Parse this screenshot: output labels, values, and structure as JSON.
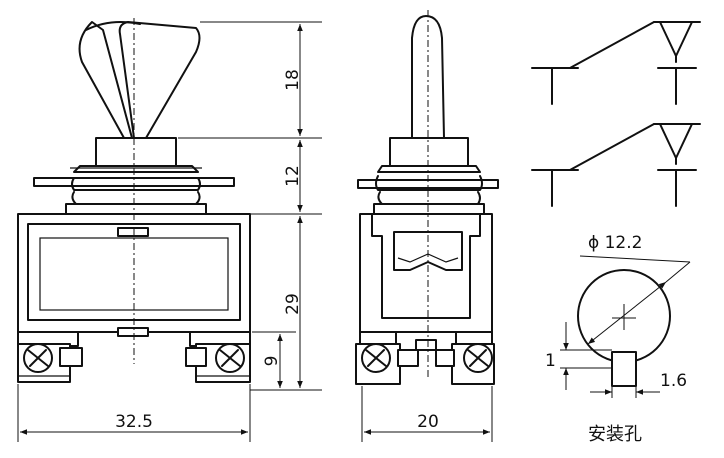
{
  "dimensions": {
    "lever_height": "18",
    "bushing_height": "12",
    "body_height": "29",
    "terminal_height": "9",
    "body_width": "32.5",
    "side_width": "20",
    "hole_diameter": "ϕ 12.2",
    "key_width": "1",
    "key_depth": "1.6"
  },
  "labels": {
    "mounting_hole": "安装孔"
  }
}
